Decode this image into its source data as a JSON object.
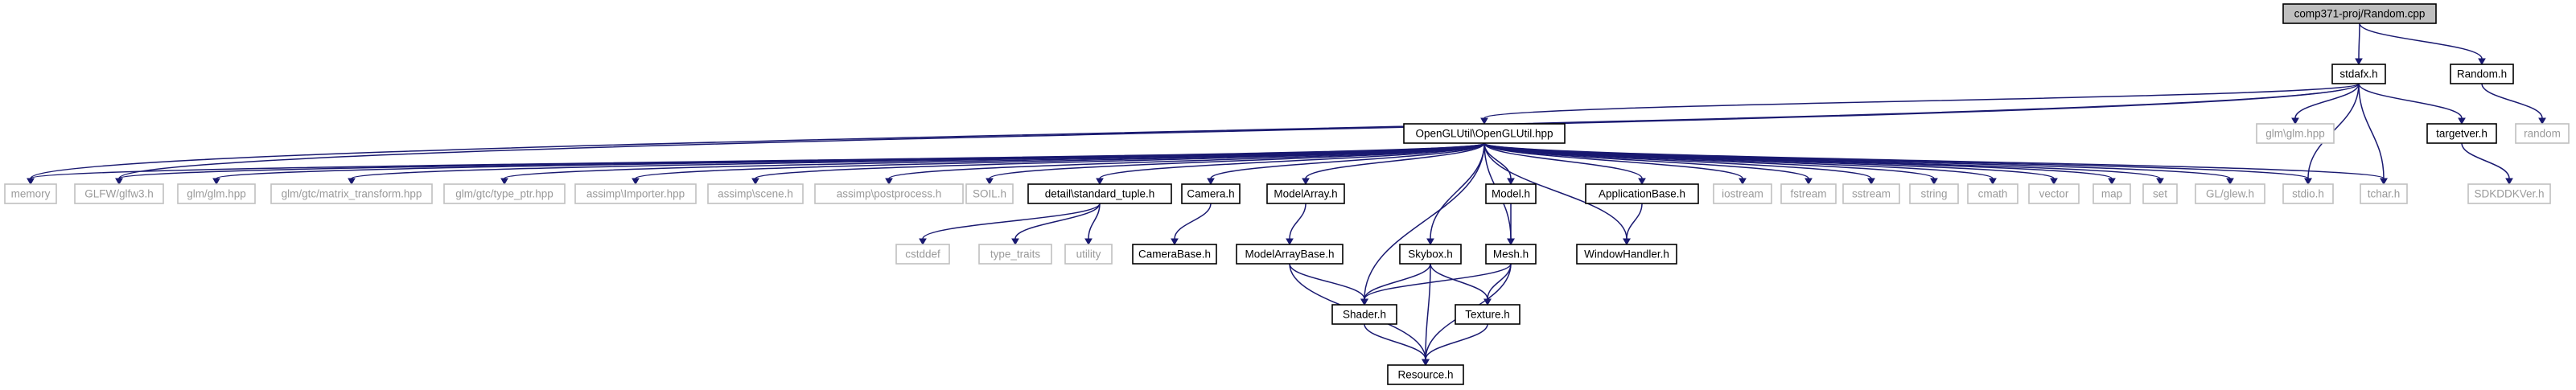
{
  "colors": {
    "edge": "#191970",
    "root_fill": "#bfbfbf",
    "doc_border": "#000000",
    "ext_border": "#bfbfbf",
    "ext_text": "#9a9a9a"
  },
  "nodes": [
    {
      "id": "random_cpp",
      "label": "comp371-proj/Random.cpp",
      "kind": "root"
    },
    {
      "id": "stdafx_h",
      "label": "stdafx.h",
      "kind": "doc"
    },
    {
      "id": "random_h",
      "label": "Random.h",
      "kind": "doc"
    },
    {
      "id": "openglutil_hpp",
      "label": "OpenGLUtil\\OpenGLUtil.hpp",
      "kind": "doc"
    },
    {
      "id": "glm_glm_hpp_a",
      "label": "glm\\glm.hpp",
      "kind": "ext"
    },
    {
      "id": "targetver_h",
      "label": "targetver.h",
      "kind": "doc"
    },
    {
      "id": "random",
      "label": "random",
      "kind": "ext"
    },
    {
      "id": "memory",
      "label": "memory",
      "kind": "ext"
    },
    {
      "id": "glfw3_h",
      "label": "GLFW/glfw3.h",
      "kind": "ext"
    },
    {
      "id": "glm_glm_hpp_b",
      "label": "glm/glm.hpp",
      "kind": "ext"
    },
    {
      "id": "matrix_transform",
      "label": "glm/gtc/matrix_transform.hpp",
      "kind": "ext"
    },
    {
      "id": "type_ptr",
      "label": "glm/gtc/type_ptr.hpp",
      "kind": "ext"
    },
    {
      "id": "importer",
      "label": "assimp\\Importer.hpp",
      "kind": "ext"
    },
    {
      "id": "scene",
      "label": "assimp\\scene.h",
      "kind": "ext"
    },
    {
      "id": "postprocess",
      "label": "assimp\\postprocess.h",
      "kind": "ext"
    },
    {
      "id": "soil_h",
      "label": "SOIL.h",
      "kind": "ext"
    },
    {
      "id": "standard_tuple",
      "label": "detail\\standard_tuple.h",
      "kind": "doc"
    },
    {
      "id": "camera_h",
      "label": "Camera.h",
      "kind": "doc"
    },
    {
      "id": "modelarray_h",
      "label": "ModelArray.h",
      "kind": "doc"
    },
    {
      "id": "model_h",
      "label": "Model.h",
      "kind": "doc"
    },
    {
      "id": "applicationbase_h",
      "label": "ApplicationBase.h",
      "kind": "doc"
    },
    {
      "id": "iostream",
      "label": "iostream",
      "kind": "ext"
    },
    {
      "id": "fstream",
      "label": "fstream",
      "kind": "ext"
    },
    {
      "id": "sstream",
      "label": "sstream",
      "kind": "ext"
    },
    {
      "id": "string",
      "label": "string",
      "kind": "ext"
    },
    {
      "id": "cmath",
      "label": "cmath",
      "kind": "ext"
    },
    {
      "id": "vector",
      "label": "vector",
      "kind": "ext"
    },
    {
      "id": "map",
      "label": "map",
      "kind": "ext"
    },
    {
      "id": "set",
      "label": "set",
      "kind": "ext"
    },
    {
      "id": "glew_h",
      "label": "GL/glew.h",
      "kind": "ext"
    },
    {
      "id": "stdio_h",
      "label": "stdio.h",
      "kind": "ext"
    },
    {
      "id": "tchar_h",
      "label": "tchar.h",
      "kind": "ext"
    },
    {
      "id": "sdkddkver_h",
      "label": "SDKDDKVer.h",
      "kind": "ext"
    },
    {
      "id": "cstddef",
      "label": "cstddef",
      "kind": "ext"
    },
    {
      "id": "type_traits",
      "label": "type_traits",
      "kind": "ext"
    },
    {
      "id": "utility",
      "label": "utility",
      "kind": "ext"
    },
    {
      "id": "camerabase_h",
      "label": "CameraBase.h",
      "kind": "doc"
    },
    {
      "id": "modelarraybase_h",
      "label": "ModelArrayBase.h",
      "kind": "doc"
    },
    {
      "id": "skybox_h",
      "label": "Skybox.h",
      "kind": "doc"
    },
    {
      "id": "mesh_h",
      "label": "Mesh.h",
      "kind": "doc"
    },
    {
      "id": "windowhandler_h",
      "label": "WindowHandler.h",
      "kind": "doc"
    },
    {
      "id": "shader_h",
      "label": "Shader.h",
      "kind": "doc"
    },
    {
      "id": "texture_h",
      "label": "Texture.h",
      "kind": "doc"
    },
    {
      "id": "resource_h",
      "label": "Resource.h",
      "kind": "doc"
    }
  ],
  "edges": [
    [
      "random_cpp",
      "stdafx_h"
    ],
    [
      "random_cpp",
      "random_h"
    ],
    [
      "random_h",
      "random"
    ],
    [
      "stdafx_h",
      "openglutil_hpp"
    ],
    [
      "stdafx_h",
      "glm_glm_hpp_a"
    ],
    [
      "stdafx_h",
      "targetver_h"
    ],
    [
      "stdafx_h",
      "memory"
    ],
    [
      "stdafx_h",
      "glfw3_h"
    ],
    [
      "stdafx_h",
      "stdio_h"
    ],
    [
      "stdafx_h",
      "tchar_h"
    ],
    [
      "targetver_h",
      "sdkddkver_h"
    ],
    [
      "openglutil_hpp",
      "memory"
    ],
    [
      "openglutil_hpp",
      "glfw3_h"
    ],
    [
      "openglutil_hpp",
      "glm_glm_hpp_b"
    ],
    [
      "openglutil_hpp",
      "matrix_transform"
    ],
    [
      "openglutil_hpp",
      "type_ptr"
    ],
    [
      "openglutil_hpp",
      "importer"
    ],
    [
      "openglutil_hpp",
      "scene"
    ],
    [
      "openglutil_hpp",
      "postprocess"
    ],
    [
      "openglutil_hpp",
      "soil_h"
    ],
    [
      "openglutil_hpp",
      "standard_tuple"
    ],
    [
      "openglutil_hpp",
      "camera_h"
    ],
    [
      "openglutil_hpp",
      "modelarray_h"
    ],
    [
      "openglutil_hpp",
      "model_h"
    ],
    [
      "openglutil_hpp",
      "applicationbase_h"
    ],
    [
      "openglutil_hpp",
      "iostream"
    ],
    [
      "openglutil_hpp",
      "fstream"
    ],
    [
      "openglutil_hpp",
      "sstream"
    ],
    [
      "openglutil_hpp",
      "string"
    ],
    [
      "openglutil_hpp",
      "cmath"
    ],
    [
      "openglutil_hpp",
      "vector"
    ],
    [
      "openglutil_hpp",
      "map"
    ],
    [
      "openglutil_hpp",
      "set"
    ],
    [
      "openglutil_hpp",
      "glew_h"
    ],
    [
      "openglutil_hpp",
      "stdio_h"
    ],
    [
      "openglutil_hpp",
      "tchar_h"
    ],
    [
      "openglutil_hpp",
      "skybox_h"
    ],
    [
      "openglutil_hpp",
      "shader_h"
    ],
    [
      "openglutil_hpp",
      "mesh_h"
    ],
    [
      "openglutil_hpp",
      "windowhandler_h"
    ],
    [
      "standard_tuple",
      "cstddef"
    ],
    [
      "standard_tuple",
      "type_traits"
    ],
    [
      "standard_tuple",
      "utility"
    ],
    [
      "camera_h",
      "camerabase_h"
    ],
    [
      "modelarray_h",
      "modelarraybase_h"
    ],
    [
      "modelarraybase_h",
      "shader_h"
    ],
    [
      "modelarraybase_h",
      "resource_h"
    ],
    [
      "model_h",
      "mesh_h"
    ],
    [
      "applicationbase_h",
      "windowhandler_h"
    ],
    [
      "skybox_h",
      "shader_h"
    ],
    [
      "skybox_h",
      "texture_h"
    ],
    [
      "skybox_h",
      "resource_h"
    ],
    [
      "mesh_h",
      "shader_h"
    ],
    [
      "mesh_h",
      "texture_h"
    ],
    [
      "mesh_h",
      "resource_h"
    ],
    [
      "shader_h",
      "resource_h"
    ],
    [
      "texture_h",
      "resource_h"
    ]
  ]
}
